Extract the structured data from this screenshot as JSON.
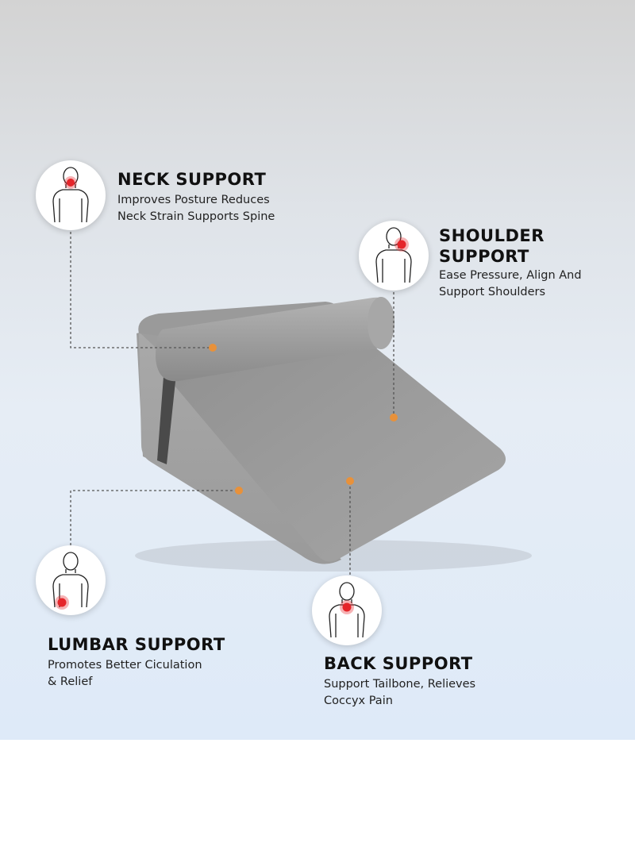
{
  "colors": {
    "marker": "#e8913a",
    "pain": "#e5252a",
    "background_top": "#d3d3d3",
    "background_bottom": "#deeaf8",
    "product": "#999999"
  },
  "features": {
    "neck": {
      "title": "NECK SUPPORT",
      "lines": [
        "Improves Posture Reduces",
        "Neck Strain Supports Spine"
      ],
      "icon": "person-neck-pain-icon"
    },
    "shoulder": {
      "title_lines": [
        "SHOULDER",
        "SUPPORT"
      ],
      "lines": [
        "Ease Pressure, Align And",
        "Support Shoulders"
      ],
      "icon": "person-shoulder-pain-icon"
    },
    "lumbar": {
      "title": "LUMBAR SUPPORT",
      "lines": [
        "Promotes Better Ciculation",
        "& Relief"
      ],
      "icon": "person-lumbar-pain-icon"
    },
    "back": {
      "title": "BACK SUPPORT",
      "lines": [
        "Support Tailbone, Relieves",
        "Coccyx Pain"
      ],
      "icon": "person-back-pain-icon"
    }
  }
}
